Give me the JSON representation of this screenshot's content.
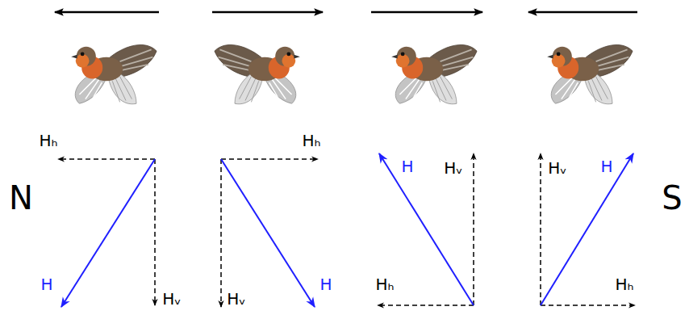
{
  "diagram": {
    "labels": [
      "N",
      "Hₕ",
      "H",
      "Hᵥ",
      "Hₕ",
      "Hᵥ",
      "H",
      "H",
      "Hᵥ",
      "Hₕ",
      "Hᵥ",
      "H",
      "Hₕ",
      "S"
    ]
  }
}
